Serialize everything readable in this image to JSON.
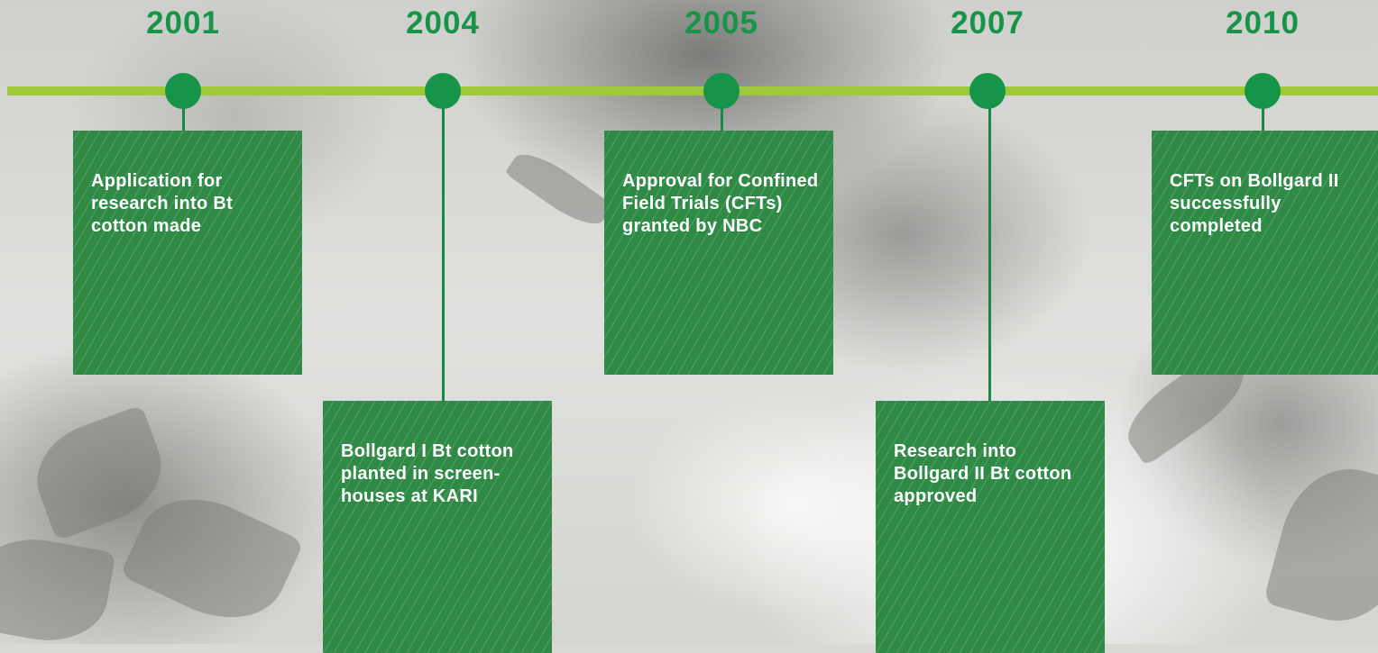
{
  "timeline": {
    "events": [
      {
        "year": "2001",
        "text": "Application for research into Bt cotton made"
      },
      {
        "year": "2004",
        "text": "Bollgard I Bt cotton planted in screen-houses at KARI"
      },
      {
        "year": "2005",
        "text": "Approval for Confined Field Trials (CFTs) granted by NBC"
      },
      {
        "year": "2007",
        "text": "Research into Bollgard II Bt cotton approved"
      },
      {
        "year": "2010",
        "text": "CFTs on Bollgard II successfully completed"
      }
    ]
  },
  "colors": {
    "year_text": "#16954a",
    "timeline_bar": "#9dc93a",
    "dot": "#16954a",
    "card": "#2f8a46",
    "card_text": "#ffffff"
  }
}
